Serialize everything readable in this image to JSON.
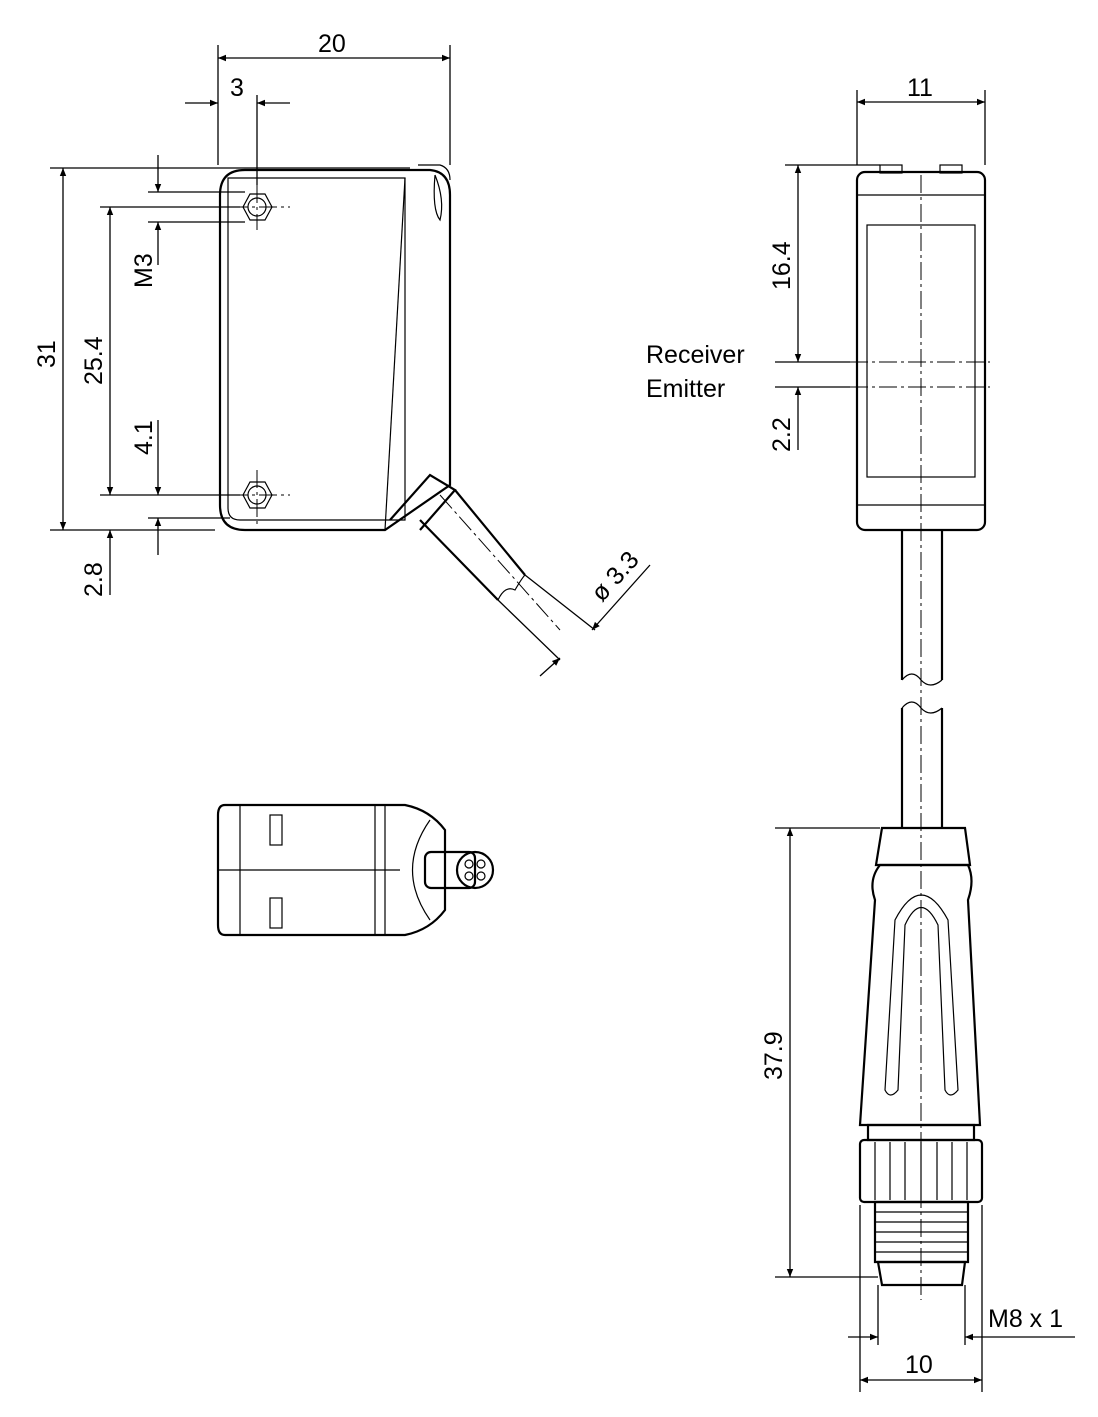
{
  "dimensions": {
    "front_width": "20",
    "hole_offset": "3",
    "height_total": "31",
    "hole_spacing": "25.4",
    "thread": "M3",
    "hole_to_bottom": "4.1",
    "bottom_offset": "2.8",
    "cable_diameter": "ø 3.3",
    "side_width": "11",
    "receiver_height": "16.4",
    "emitter_offset": "2.2",
    "connector_length": "37.9",
    "connector_thread": "M8 x 1",
    "connector_width": "10"
  },
  "labels": {
    "receiver": "Receiver",
    "emitter": "Emitter"
  }
}
